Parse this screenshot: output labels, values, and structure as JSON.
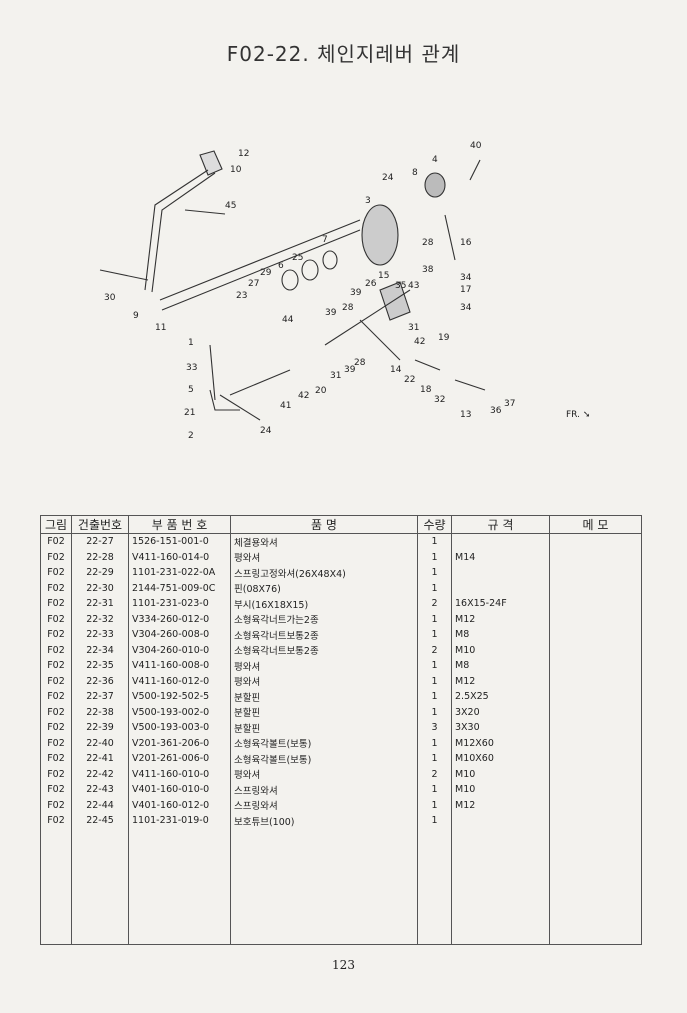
{
  "title": "F02-22. 체인지레버 관계",
  "diagram": {
    "callouts": [
      "12",
      "10",
      "45",
      "30",
      "9",
      "11",
      "1",
      "33",
      "5",
      "21",
      "2",
      "24",
      "41",
      "42",
      "20",
      "44",
      "23",
      "27",
      "29",
      "6",
      "25",
      "7",
      "3",
      "24",
      "8",
      "4",
      "40",
      "28",
      "16",
      "38",
      "34",
      "17",
      "34",
      "35",
      "26",
      "39",
      "15",
      "28",
      "39",
      "19",
      "43",
      "31",
      "42",
      "28",
      "31",
      "39",
      "14",
      "22",
      "18",
      "32",
      "13",
      "36",
      "37"
    ],
    "direction_label": "FR."
  },
  "table": {
    "headers": [
      "그림",
      "건출번호",
      "부 품 번 호",
      "품        명",
      "수량",
      "규   격",
      "메   모"
    ],
    "rows": [
      {
        "fig": "F02",
        "ref": "22-27",
        "part": "1526-151-001-0",
        "name": "체결용와셔",
        "qty": "1",
        "spec": "",
        "memo": ""
      },
      {
        "fig": "F02",
        "ref": "22-28",
        "part": "V411-160-014-0",
        "name": "평와셔",
        "qty": "1",
        "spec": "M14",
        "memo": ""
      },
      {
        "fig": "F02",
        "ref": "22-29",
        "part": "1101-231-022-0A",
        "name": "스프링고정와셔(26X48X4)",
        "qty": "1",
        "spec": "",
        "memo": ""
      },
      {
        "fig": "F02",
        "ref": "22-30",
        "part": "2144-751-009-0C",
        "name": "핀(08X76)",
        "qty": "1",
        "spec": "",
        "memo": ""
      },
      {
        "fig": "F02",
        "ref": "22-31",
        "part": "1101-231-023-0",
        "name": "부시(16X18X15)",
        "qty": "2",
        "spec": "16X15-24F",
        "memo": ""
      },
      {
        "fig": "F02",
        "ref": "22-32",
        "part": "V334-260-012-0",
        "name": "소형육각너트가는2종",
        "qty": "1",
        "spec": "M12",
        "memo": ""
      },
      {
        "fig": "F02",
        "ref": "22-33",
        "part": "V304-260-008-0",
        "name": "소형육각너트보통2종",
        "qty": "1",
        "spec": "M8",
        "memo": ""
      },
      {
        "fig": "F02",
        "ref": "22-34",
        "part": "V304-260-010-0",
        "name": "소형육각너트보통2종",
        "qty": "2",
        "spec": "M10",
        "memo": ""
      },
      {
        "fig": "F02",
        "ref": "22-35",
        "part": "V411-160-008-0",
        "name": "평와셔",
        "qty": "1",
        "spec": "M8",
        "memo": ""
      },
      {
        "fig": "F02",
        "ref": "22-36",
        "part": "V411-160-012-0",
        "name": "평와셔",
        "qty": "1",
        "spec": "M12",
        "memo": ""
      },
      {
        "fig": "F02",
        "ref": "22-37",
        "part": "V500-192-502-5",
        "name": "분할핀",
        "qty": "1",
        "spec": "2.5X25",
        "memo": ""
      },
      {
        "fig": "F02",
        "ref": "22-38",
        "part": "V500-193-002-0",
        "name": "분할핀",
        "qty": "1",
        "spec": "3X20",
        "memo": ""
      },
      {
        "fig": "F02",
        "ref": "22-39",
        "part": "V500-193-003-0",
        "name": "분할핀",
        "qty": "3",
        "spec": "3X30",
        "memo": ""
      },
      {
        "fig": "F02",
        "ref": "22-40",
        "part": "V201-361-206-0",
        "name": "소형육각볼트(보통)",
        "qty": "1",
        "spec": "M12X60",
        "memo": ""
      },
      {
        "fig": "F02",
        "ref": "22-41",
        "part": "V201-261-006-0",
        "name": "소형육각볼트(보통)",
        "qty": "1",
        "spec": "M10X60",
        "memo": ""
      },
      {
        "fig": "F02",
        "ref": "22-42",
        "part": "V411-160-010-0",
        "name": "평와셔",
        "qty": "2",
        "spec": "M10",
        "memo": ""
      },
      {
        "fig": "F02",
        "ref": "22-43",
        "part": "V401-160-010-0",
        "name": "스프링와셔",
        "qty": "1",
        "spec": "M10",
        "memo": ""
      },
      {
        "fig": "F02",
        "ref": "22-44",
        "part": "V401-160-012-0",
        "name": "스프링와셔",
        "qty": "1",
        "spec": "M12",
        "memo": ""
      },
      {
        "fig": "F02",
        "ref": "22-45",
        "part": "1101-231-019-0",
        "name": "보호튜브(100)",
        "qty": "1",
        "spec": "",
        "memo": ""
      }
    ]
  },
  "page_number": "123"
}
